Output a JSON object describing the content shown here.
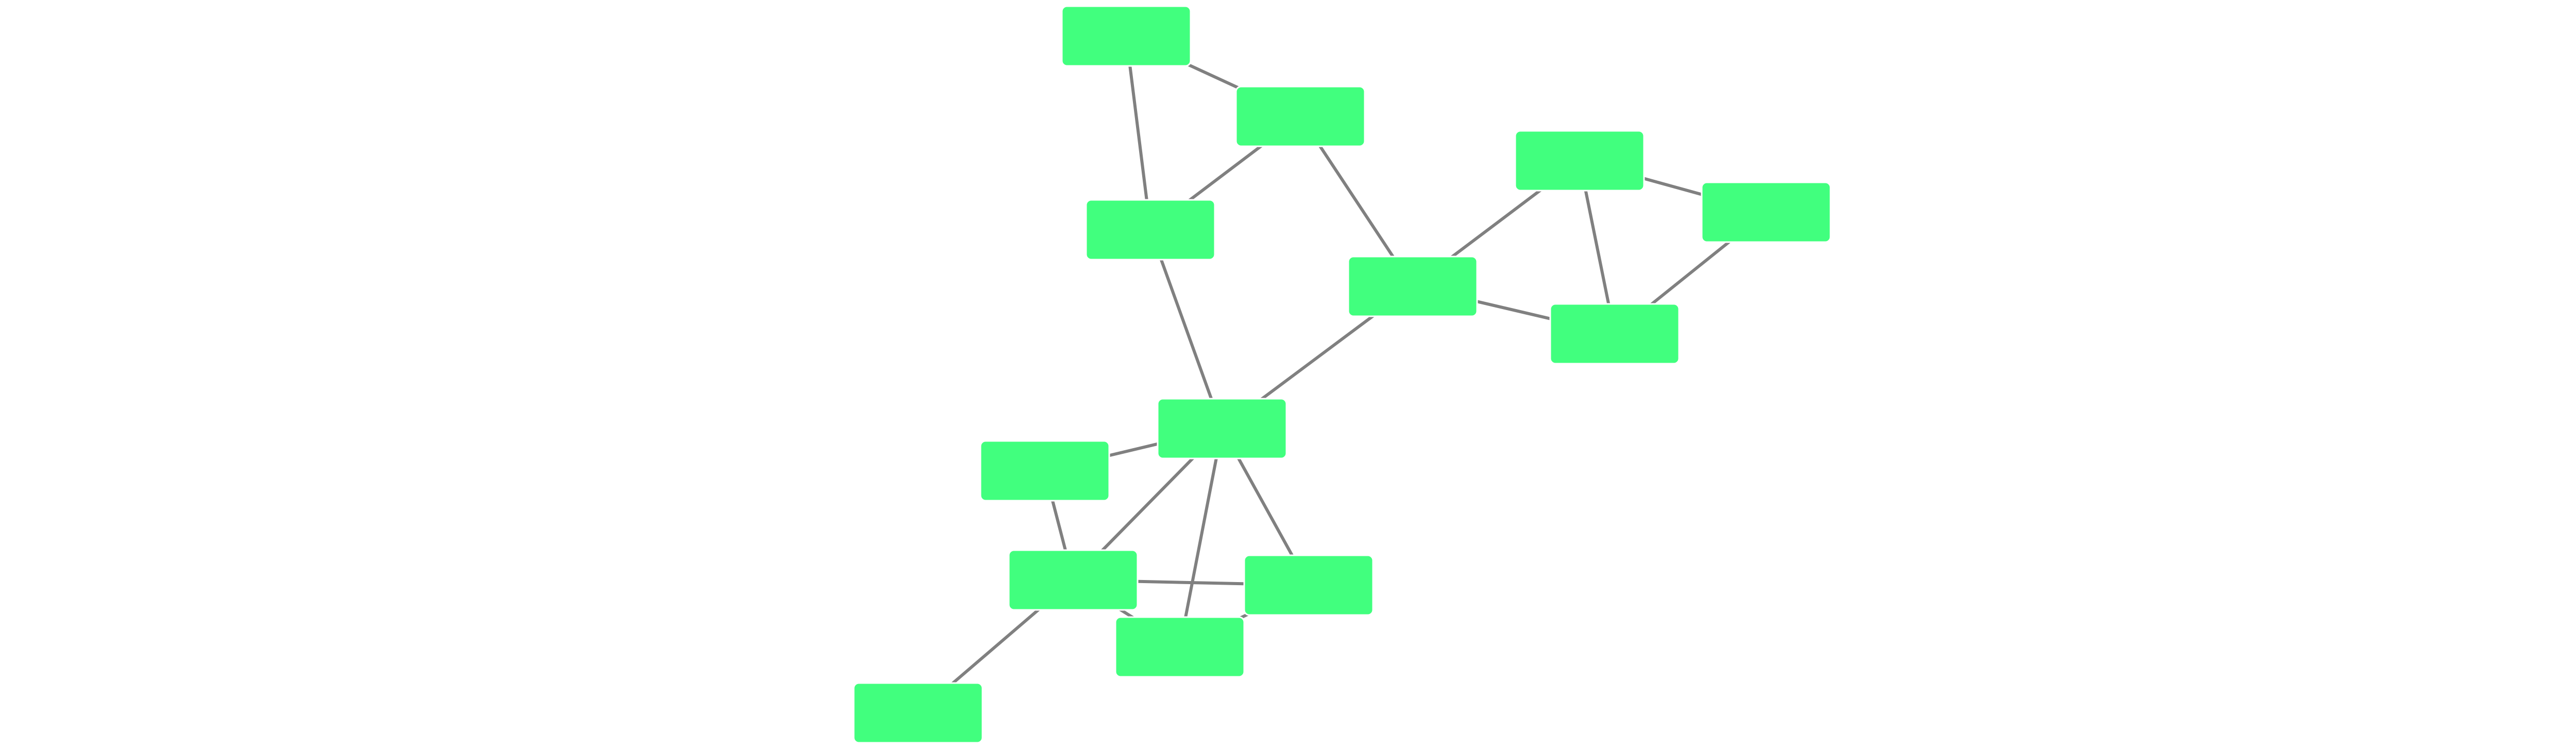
{
  "diagram": {
    "node_color": "#41ff7e",
    "edge_color": "#808080",
    "background": "#ffffff",
    "nodes": [
      {
        "id": "n1",
        "label": ""
      },
      {
        "id": "n2",
        "label": ""
      },
      {
        "id": "n3",
        "label": ""
      },
      {
        "id": "n4",
        "label": ""
      },
      {
        "id": "n5",
        "label": ""
      },
      {
        "id": "n6",
        "label": ""
      },
      {
        "id": "n7",
        "label": ""
      },
      {
        "id": "n8",
        "label": ""
      },
      {
        "id": "n9",
        "label": ""
      },
      {
        "id": "n10",
        "label": ""
      },
      {
        "id": "n11",
        "label": ""
      },
      {
        "id": "n12",
        "label": ""
      },
      {
        "id": "n13",
        "label": ""
      },
      {
        "id": "n14",
        "label": ""
      }
    ],
    "edges": [
      [
        "n1",
        "n2"
      ],
      [
        "n1",
        "n3"
      ],
      [
        "n2",
        "n3"
      ],
      [
        "n2",
        "n4"
      ],
      [
        "n3",
        "n8"
      ],
      [
        "n4",
        "n5"
      ],
      [
        "n4",
        "n7"
      ],
      [
        "n4",
        "n8"
      ],
      [
        "n5",
        "n6"
      ],
      [
        "n5",
        "n7"
      ],
      [
        "n6",
        "n7"
      ],
      [
        "n8",
        "n9"
      ],
      [
        "n8",
        "n10"
      ],
      [
        "n8",
        "n11"
      ],
      [
        "n8",
        "n12"
      ],
      [
        "n9",
        "n10"
      ],
      [
        "n10",
        "n11"
      ],
      [
        "n10",
        "n12"
      ],
      [
        "n10",
        "n13"
      ],
      [
        "n11",
        "n12"
      ],
      [
        "n10",
        "n14"
      ]
    ]
  }
}
